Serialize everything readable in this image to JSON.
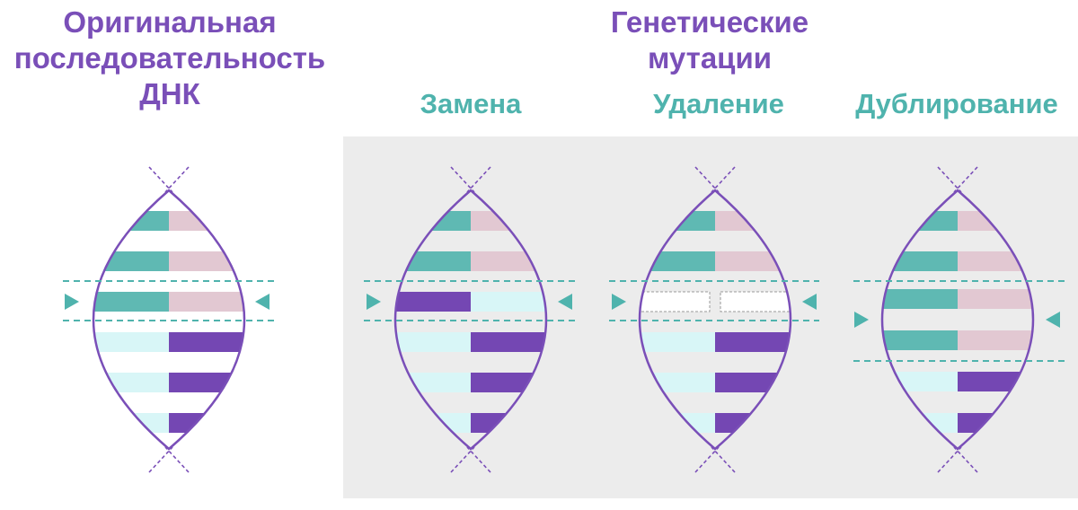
{
  "original": {
    "title": "Оригинальная последовательность ДНК"
  },
  "mutations": {
    "title": "Генетические мутации",
    "types": [
      {
        "label": "Замена"
      },
      {
        "label": "Удаление"
      },
      {
        "label": "Дублирование"
      }
    ]
  },
  "colors": {
    "title_purple": "#7a4fb8",
    "label_teal": "#4fb3ad",
    "base_teal": "#5fb9b3",
    "base_pink": "#e2c8d2",
    "base_light": "#d8f6f7",
    "base_purple": "#7447b3",
    "helix_stroke": "#7a4fb8",
    "dashed_line": "#4fb3ad",
    "panel_bg": "#ececec"
  },
  "icons": [
    "marker-arrow-right-icon",
    "marker-arrow-left-icon",
    "helix-cross-icon"
  ]
}
